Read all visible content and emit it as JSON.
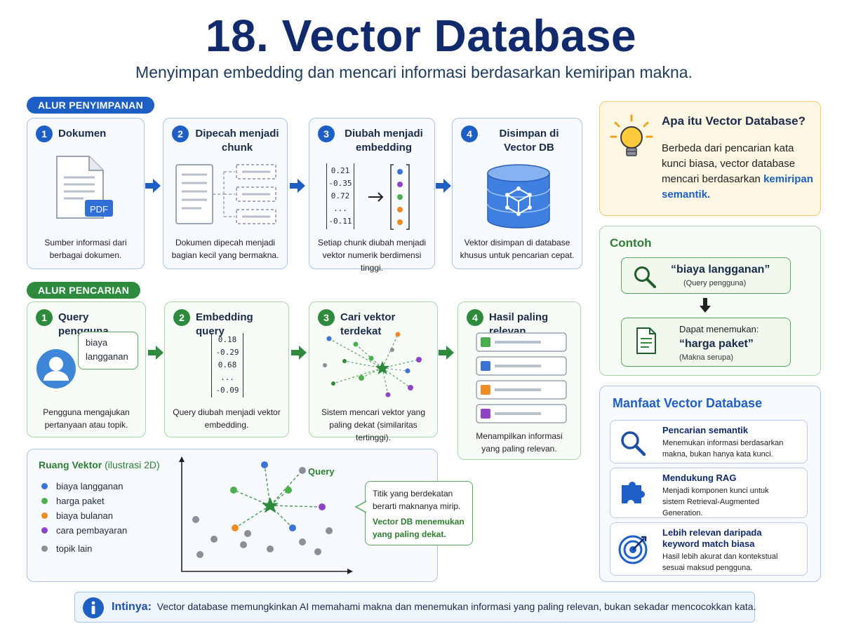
{
  "header": {
    "title": "18. Vector Database",
    "subtitle": "Menyimpan embedding dan mencari informasi berdasarkan kemiripan makna."
  },
  "storage": {
    "label": "ALUR PENYIMPANAN",
    "steps": [
      {
        "num": "1",
        "title": "Dokumen",
        "desc": "Sumber informasi dari berbagai dokumen.",
        "badge": "PDF"
      },
      {
        "num": "2",
        "title": "Dipecah menjadi chunk",
        "desc": "Dokumen dipecah menjadi bagian kecil yang bermakna."
      },
      {
        "num": "3",
        "title": "Diubah menjadi embedding",
        "desc": "Setiap chunk diubah menjadi vektor numerik berdimensi tinggi.",
        "vector": [
          "0.21",
          "-0.35",
          "0.72",
          "...",
          "-0.11"
        ]
      },
      {
        "num": "4",
        "title": "Disimpan di Vector DB",
        "desc": "Vektor disimpan di database khusus untuk pencarian cepat."
      }
    ]
  },
  "search": {
    "label": "ALUR PENCARIAN",
    "steps": [
      {
        "num": "1",
        "title": "Query pengguna",
        "desc": "Pengguna mengajukan pertanyaan atau topik.",
        "bubble": "biaya langganan"
      },
      {
        "num": "2",
        "title": "Embedding query",
        "desc": "Query diubah menjadi vektor embedding.",
        "vector": [
          "0.18",
          "-0.29",
          "0.68",
          "...",
          "-0.09"
        ]
      },
      {
        "num": "3",
        "title": "Cari vektor terdekat",
        "desc": "Sistem mencari vektor yang paling dekat (similaritas tertinggi)."
      },
      {
        "num": "4",
        "title": "Hasil paling relevan",
        "desc": "Menampilkan informasi yang paling relevan."
      }
    ]
  },
  "vector_space": {
    "title": "Ruang Vektor",
    "title_note": "(ilustrasi 2D)",
    "legend": [
      {
        "label": "biaya langganan",
        "color": "#3b73d6"
      },
      {
        "label": "harga paket",
        "color": "#4caf50"
      },
      {
        "label": "biaya bulanan",
        "color": "#f08a24"
      },
      {
        "label": "cara pembayaran",
        "color": "#8e44c4"
      },
      {
        "label": "topik lain",
        "color": "#8a8f99"
      }
    ],
    "query_label": "Query",
    "callout_text": "Titik yang berdekatan berarti maknanya mirip.",
    "callout_highlight": "Vector DB menemukan yang paling dekat."
  },
  "about": {
    "title": "Apa itu Vector Database?",
    "text": "Berbeda dari pencarian kata kunci biasa, vector database mencari berdasarkan",
    "highlight": "kemiripan semantik."
  },
  "example": {
    "title": "Contoh",
    "query": "“biaya langganan”",
    "query_note": "(Query pengguna)",
    "found_label": "Dapat menemukan:",
    "found": "“harga paket”",
    "found_note": "(Makna serupa)"
  },
  "benefits": {
    "title": "Manfaat Vector Database",
    "items": [
      {
        "title": "Pencarian semantik",
        "desc": "Menemukan informasi berdasarkan makna, bukan hanya kata kunci.",
        "icon": "magnifier-icon"
      },
      {
        "title": "Mendukung RAG",
        "desc": "Menjadi komponen kunci untuk sistem Retrieval-Augmented Generation.",
        "icon": "puzzle-icon"
      },
      {
        "title": "Lebih relevan daripada keyword match biasa",
        "desc": "Hasil lebih akurat dan kontekstual sesuai maksud pengguna.",
        "icon": "target-icon"
      }
    ]
  },
  "footer": {
    "label": "Intinya:",
    "text": "Vector database memungkinkan AI memahami makna dan menemukan informasi yang paling relevan, bukan sekadar mencocokkan kata."
  },
  "colors": {
    "navy": "#102a6b",
    "blue": "#1d5fc4",
    "green": "#2e8b3e",
    "orange": "#f08a24",
    "purple": "#8e44c4",
    "gray": "#8a8f99"
  }
}
